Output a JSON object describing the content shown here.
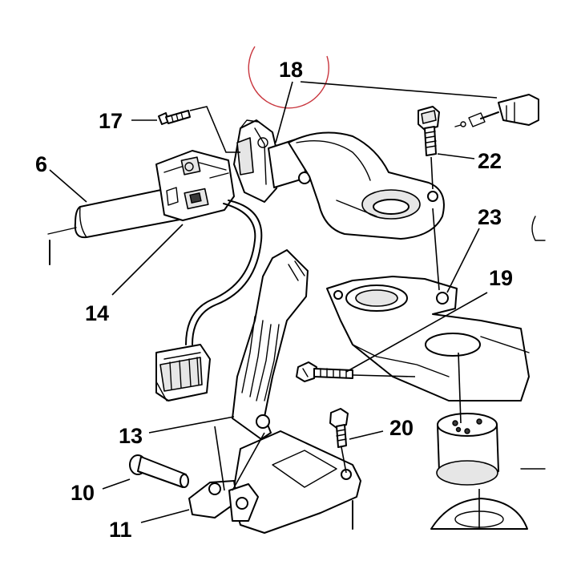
{
  "callouts": {
    "n10": "10",
    "n11": "11",
    "n13": "13",
    "n14": "14",
    "n17": "17",
    "n18": "18",
    "n19": "19",
    "n20": "20",
    "n22": "22",
    "n23": "23",
    "n6_partial": "6"
  },
  "colors": {
    "line": "#000000",
    "shading": "#e6e6e6",
    "highlight_circle": "#c9363e",
    "background": "#ffffff"
  }
}
